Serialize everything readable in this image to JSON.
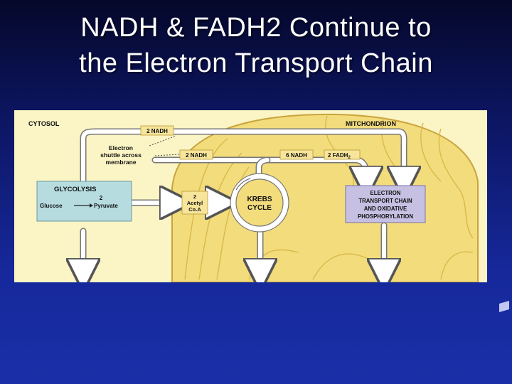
{
  "title": {
    "line1": "NADH & FADH2 Continue to",
    "line2": "the Electron Transport Chain"
  },
  "diagram": {
    "region_left": "CYTOSOL",
    "region_right": "MITCHONDRION",
    "shuttle": [
      "Electron",
      "shuttle across",
      "membrane"
    ],
    "top_nadh": "2 NADH",
    "mid_nadh": "2 NADH",
    "krebs_nadh": "6 NADH",
    "fadh2_base": "2 FADH",
    "fadh2_sub": "2",
    "glycolysis": {
      "title": "GLYCOLYSIS",
      "count": "2",
      "glucose": "Glucose",
      "pyruvate": "Pyruvate"
    },
    "acetyl": [
      "2",
      "Acetyl",
      "Co.A"
    ],
    "krebs": [
      "KREBS",
      "CYCLE"
    ],
    "etc": [
      "ELECTRON",
      "TRANSPORT CHAIN",
      "AND OXIDATIVE",
      "PHOSPHORYLATION"
    ],
    "colors": {
      "panel": "#fbf4c4",
      "mitochondrion": "#f3dc7c",
      "cristae": "#d9b94a",
      "glycolysis_box": "#b6dce0",
      "etc_box": "#c6c0e2",
      "molecule_label": "#f6e59a",
      "arrow": "#ffffff"
    }
  }
}
